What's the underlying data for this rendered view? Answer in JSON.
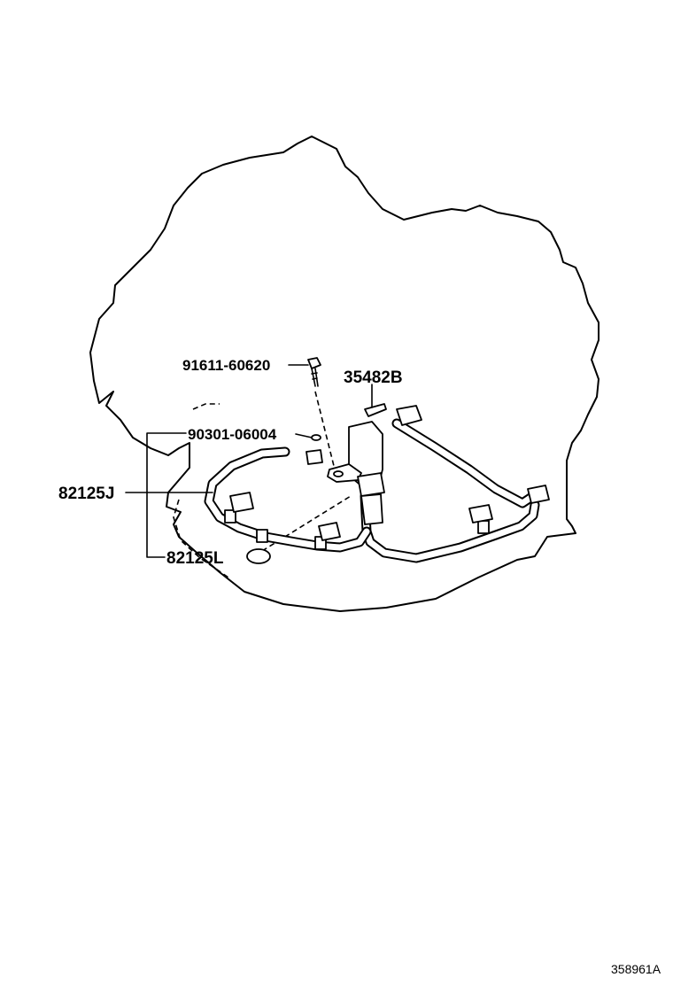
{
  "callouts": {
    "bolt": "91611-60620",
    "clip": "35482B",
    "o_ring": "90301-06004",
    "harness_j": "82125J",
    "harness_l": "82125L"
  },
  "figure_number": "358961A"
}
